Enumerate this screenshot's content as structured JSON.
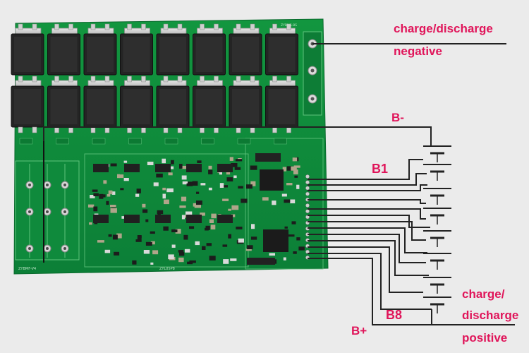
{
  "labels": {
    "charge_discharge_negative_line1": "charge/discharge",
    "charge_discharge_negative_line2": "negative",
    "b_minus": "B-",
    "b1": "B1",
    "b8": "B8",
    "b_plus": "B+",
    "charge_discharge_positive_line1": "charge/",
    "charge_discharge_positive_line2": "discharge",
    "charge_discharge_positive_line3": "positive"
  },
  "pcb_silkscreen": {
    "board_id_left": "ZYBMF-V4",
    "board_id_center": "ZYL05P8",
    "board_id_top_right": "ZYBMS-8S"
  },
  "colors": {
    "pcb_green": "#0f8a3c",
    "annotation_red": "#e0155a",
    "wire": "#222222",
    "background": "#ebebeb"
  }
}
